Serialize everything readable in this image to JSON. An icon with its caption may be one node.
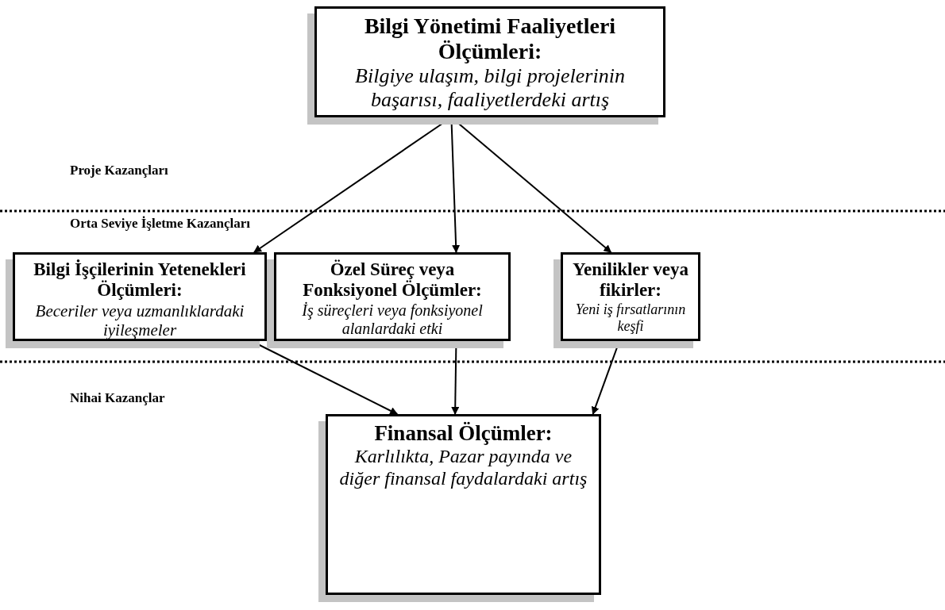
{
  "diagram": {
    "nodes": [
      {
        "text": [
          "Bilgi Yönetimi Faaliyetleri Ölçümleri:",
          "Bilgiye ulaşım, bilgi projelerinin başarısı, faaliyetlerdeki artış"
        ]
      },
      {
        "text": [
          "Bilgi İşçilerinin Yetenekleri Ölçümleri:",
          "Beceriler veya uzmanlıklardaki iyileşmeler"
        ]
      },
      {
        "text": [
          "Özel Süreç veya Fonksiyonel Ölçümler:",
          "İş süreçleri veya fonksiyonel alanlardaki etki"
        ]
      },
      {
        "text": [
          "Yenilikler veya fikirler:",
          "Yeni iş fırsatlarının keşfi"
        ]
      },
      {
        "text": [
          "Finansal Ölçümler:",
          "Karlılıkta, Pazar payında ve diğer finansal faydalardaki artış"
        ]
      }
    ],
    "edges": [
      {
        "from": 0,
        "to": 1,
        "arrow": "to"
      },
      {
        "from": 0,
        "to": 2,
        "arrow": "to"
      },
      {
        "from": 0,
        "to": 3,
        "arrow": "to"
      },
      {
        "from": 1,
        "to": 4,
        "arrow": "to"
      },
      {
        "from": 2,
        "to": 4,
        "arrow": "to"
      },
      {
        "from": 3,
        "to": 4,
        "arrow": "to"
      }
    ],
    "labels": [
      "Proje Kazançları",
      "Orta Seviye İşletme Kazançları",
      "Nihai Kazançlar"
    ]
  }
}
